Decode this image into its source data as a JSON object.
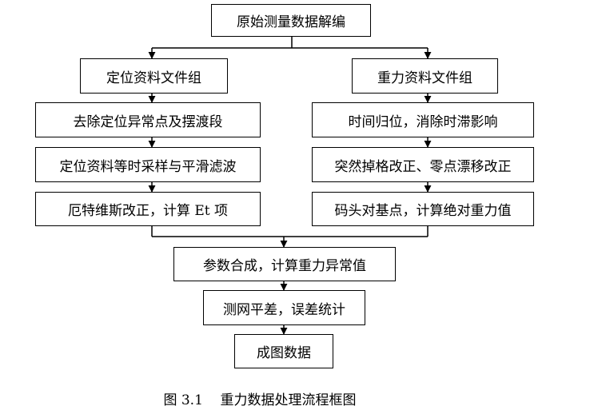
{
  "nodes": {
    "root": "原始测量数据解编",
    "left_group": "定位资料文件组",
    "right_group": "重力资料文件组",
    "left_1": "去除定位异常点及摆渡段",
    "left_2": "定位资料等时采样与平滑滤波",
    "left_3": "厄特维斯改正，计算 Et 项",
    "right_1": "时间归位，消除时滞影响",
    "right_2": "突然掉格改正、零点漂移改正",
    "right_3": "码头对基点，计算绝对重力值",
    "merge": "参数合成，计算重力异常值",
    "adjust": "测网平差，误差统计",
    "result": "成图数据"
  },
  "caption": {
    "label": "图 3.1",
    "title": "重力数据处理流程框图"
  }
}
